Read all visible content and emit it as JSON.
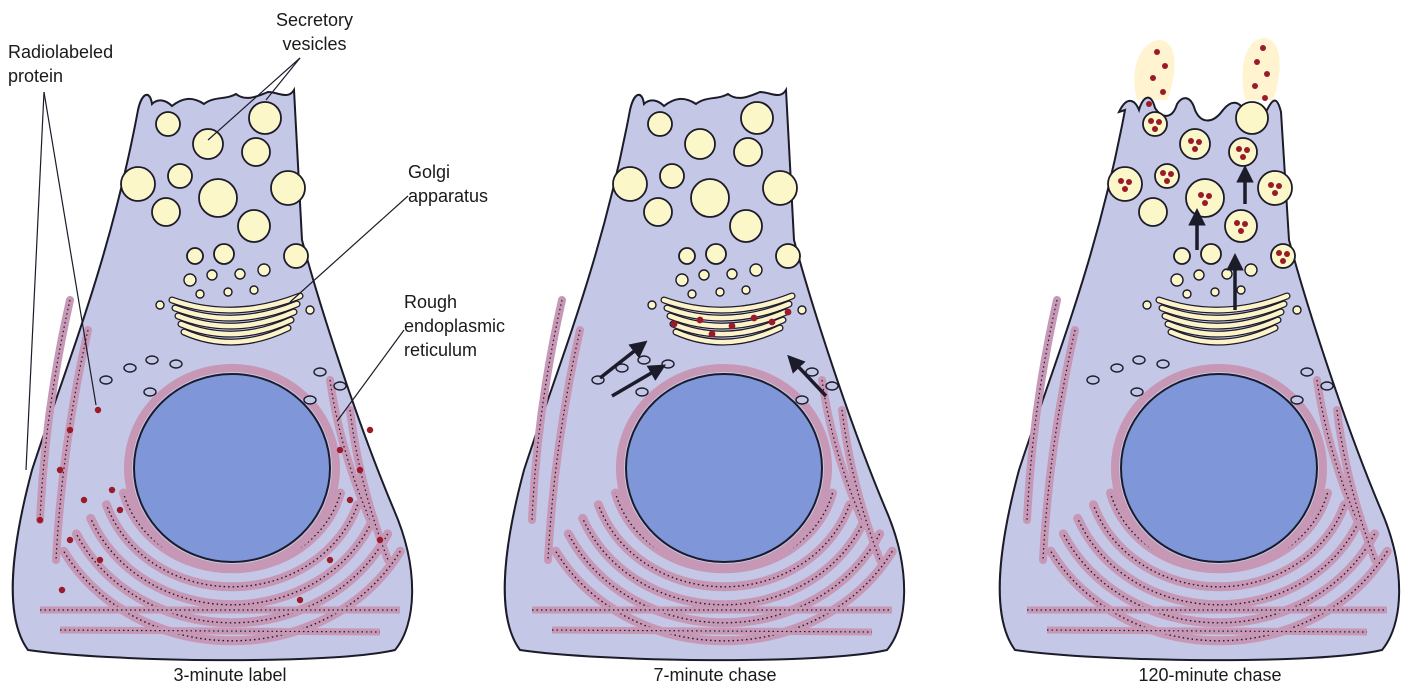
{
  "colors": {
    "cytoplasm": "#c5c7e6",
    "nucleus": "#7f97d9",
    "er": "#c797b6",
    "vesicle": "#fbf7c8",
    "golgi": "#fdf3c9",
    "label_dot": "#9b1a2a",
    "outline": "#1b1b2a",
    "halo": "#fff4cf"
  },
  "labels": {
    "radiolabeled": "Radiolabeled\nprotein",
    "secretory": "Secretory\nvesicles",
    "golgi": "Golgi\napparatus",
    "rer": "Rough\nendoplasmic\nreticulum"
  },
  "panels": [
    {
      "caption": "3-minute label",
      "stage": "label"
    },
    {
      "caption": "7-minute chase",
      "stage": "golgi"
    },
    {
      "caption": "120-minute chase",
      "stage": "secretion"
    }
  ]
}
